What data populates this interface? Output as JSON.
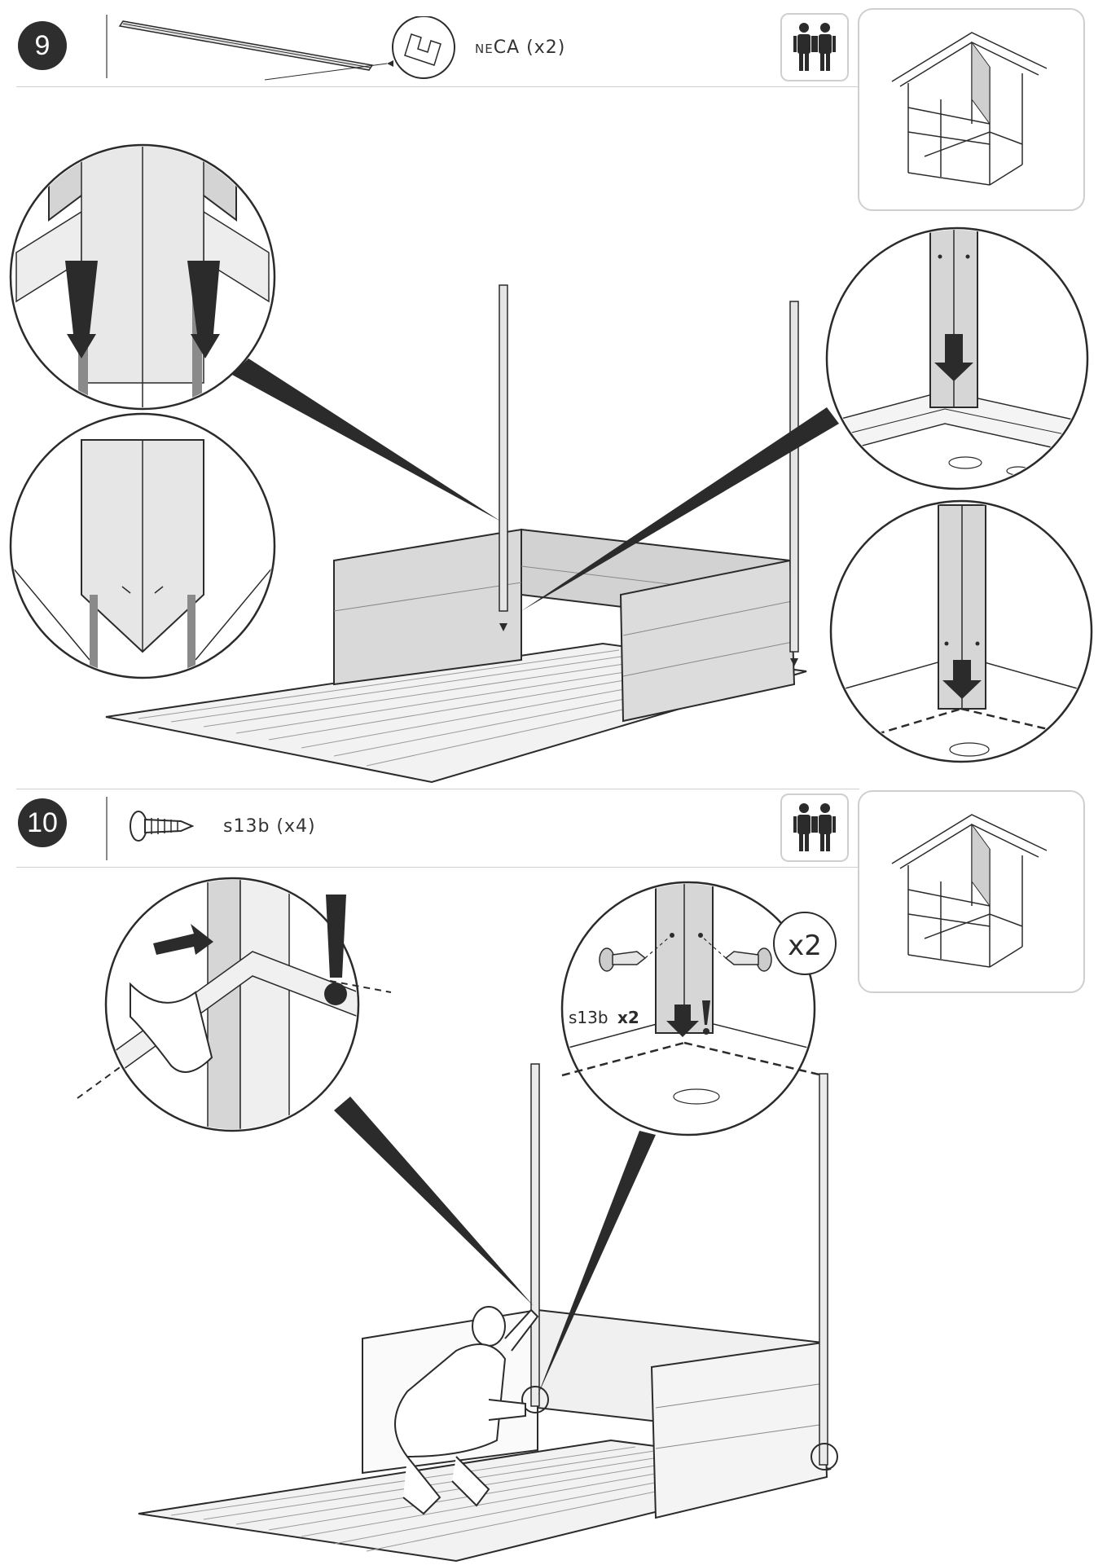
{
  "step9": {
    "number": "9",
    "part_prefix": "ne",
    "part_suffix": "CA (x2)",
    "icon": "two-people-icon"
  },
  "step10": {
    "number": "10",
    "part_label": "s13b (x4)",
    "icon": "two-people-icon",
    "callout_multiplier": "x2",
    "callout_screw_label": "s13b",
    "callout_screw_count": "x2"
  },
  "colors": {
    "line": "#2b2b2b",
    "panel_fill": "#d9d9d9",
    "border": "#cfcfcf"
  }
}
